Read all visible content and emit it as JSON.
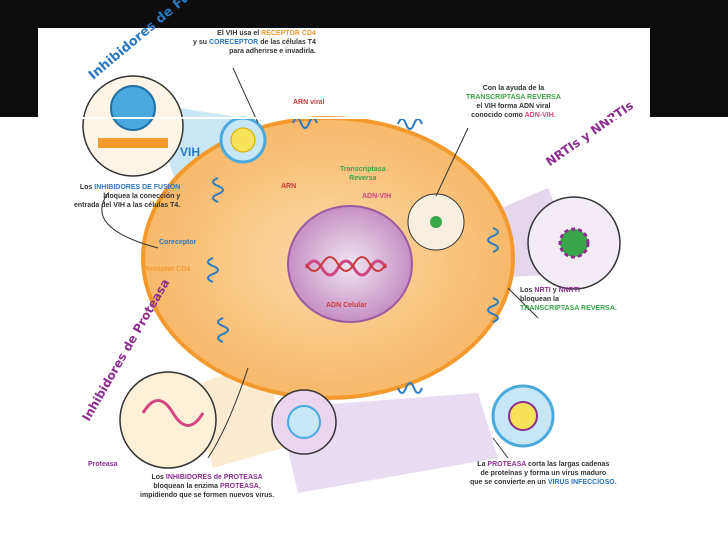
{
  "colors": {
    "topbar": "#0d0d0d",
    "cell_fill": "#f8b96a",
    "cell_border": "#f39a2e",
    "nucleus": "#c58fc4",
    "dna": "#d2467f",
    "virus_blue": "#4aa9dc",
    "title_blue": "#2a78c0",
    "title_purple": "#8c2f8f"
  },
  "titles": {
    "fusion": "Inhibidores de Fusión",
    "nrti": "NRTIs y NNRTIs",
    "protease": "Inhibidores de Proteasa"
  },
  "top_note": {
    "l1": "El VIH usa el",
    "l1_hl": "RECEPTOR CD4",
    "l2a": "y su",
    "l2_hl": "CORECEPTOR",
    "l2b": "de las células T4",
    "l3": "para adherirse e invadirla."
  },
  "labels": {
    "vih": "VIH",
    "arn_viral": "ARN viral",
    "transcriptasa": "Transcriptasa",
    "reversa": "Reversa",
    "arn": "ARN",
    "adn_vih": "ADN-VIH",
    "adn_celular": "ADN Celular",
    "coreceptor": "Coreceptor",
    "receptor_cd4": "Receptor CD4",
    "proteasa": "Proteasa"
  },
  "notes": {
    "rt": {
      "l1": "Con la ayuda de la",
      "l2": "TRANSCRIPTASA REVERSA",
      "l3": "el VIH forma ADN viral",
      "l4a": "conocido como",
      "l4_hl": "ADN-VIH."
    },
    "fusion": {
      "l1a": "Los",
      "l1_hl": "INHIBIDORES DE FUSIÓN",
      "l2": "bloquea la conección y",
      "l3": "entrada del VIH a las células T4."
    },
    "nrti": {
      "l1a": "Los",
      "l1_hl1": "NRTI",
      "l1b": "y",
      "l1_hl2": "NNRTI",
      "l2": "bloquean la",
      "l3": "TRANSCRIPTASA REVERSA."
    },
    "protease_inh": {
      "l1a": "Los",
      "l1_hl": "INHIBIDORES de PROTEASA",
      "l2a": "bloquean la enzima",
      "l2_hl": "PROTEASA,",
      "l3": "impidiendo que se formen nuevos virus."
    },
    "protease_cut": {
      "l1a": "La",
      "l1_hl": "PROTEASA",
      "l1b": "corta las largas cadenas",
      "l2": "de proteínas y forma un virus maduro",
      "l3a": "que se convierte en un",
      "l3_hl": "VIRUS INFECCIOSO."
    }
  }
}
